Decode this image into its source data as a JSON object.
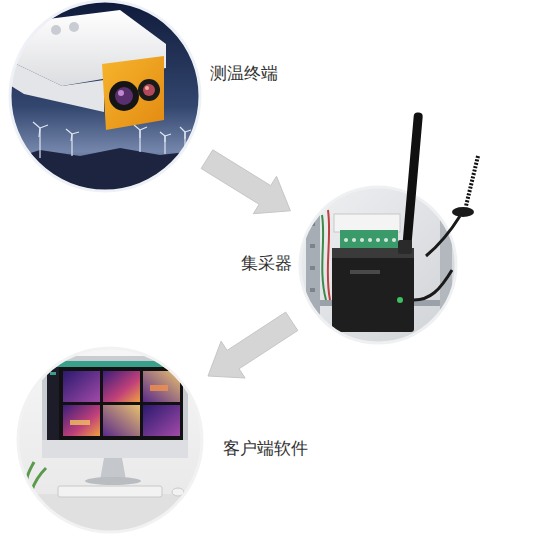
{
  "diagram": {
    "nodes": [
      {
        "text": [
          "测温终端"
        ]
      },
      {
        "text": [
          "集采器"
        ]
      },
      {
        "text": [
          "客户端软件"
        ]
      }
    ],
    "edges": [
      {
        "from": 0,
        "to": 1,
        "arrow": "to"
      },
      {
        "from": 1,
        "to": 2,
        "arrow": "to"
      }
    ]
  }
}
